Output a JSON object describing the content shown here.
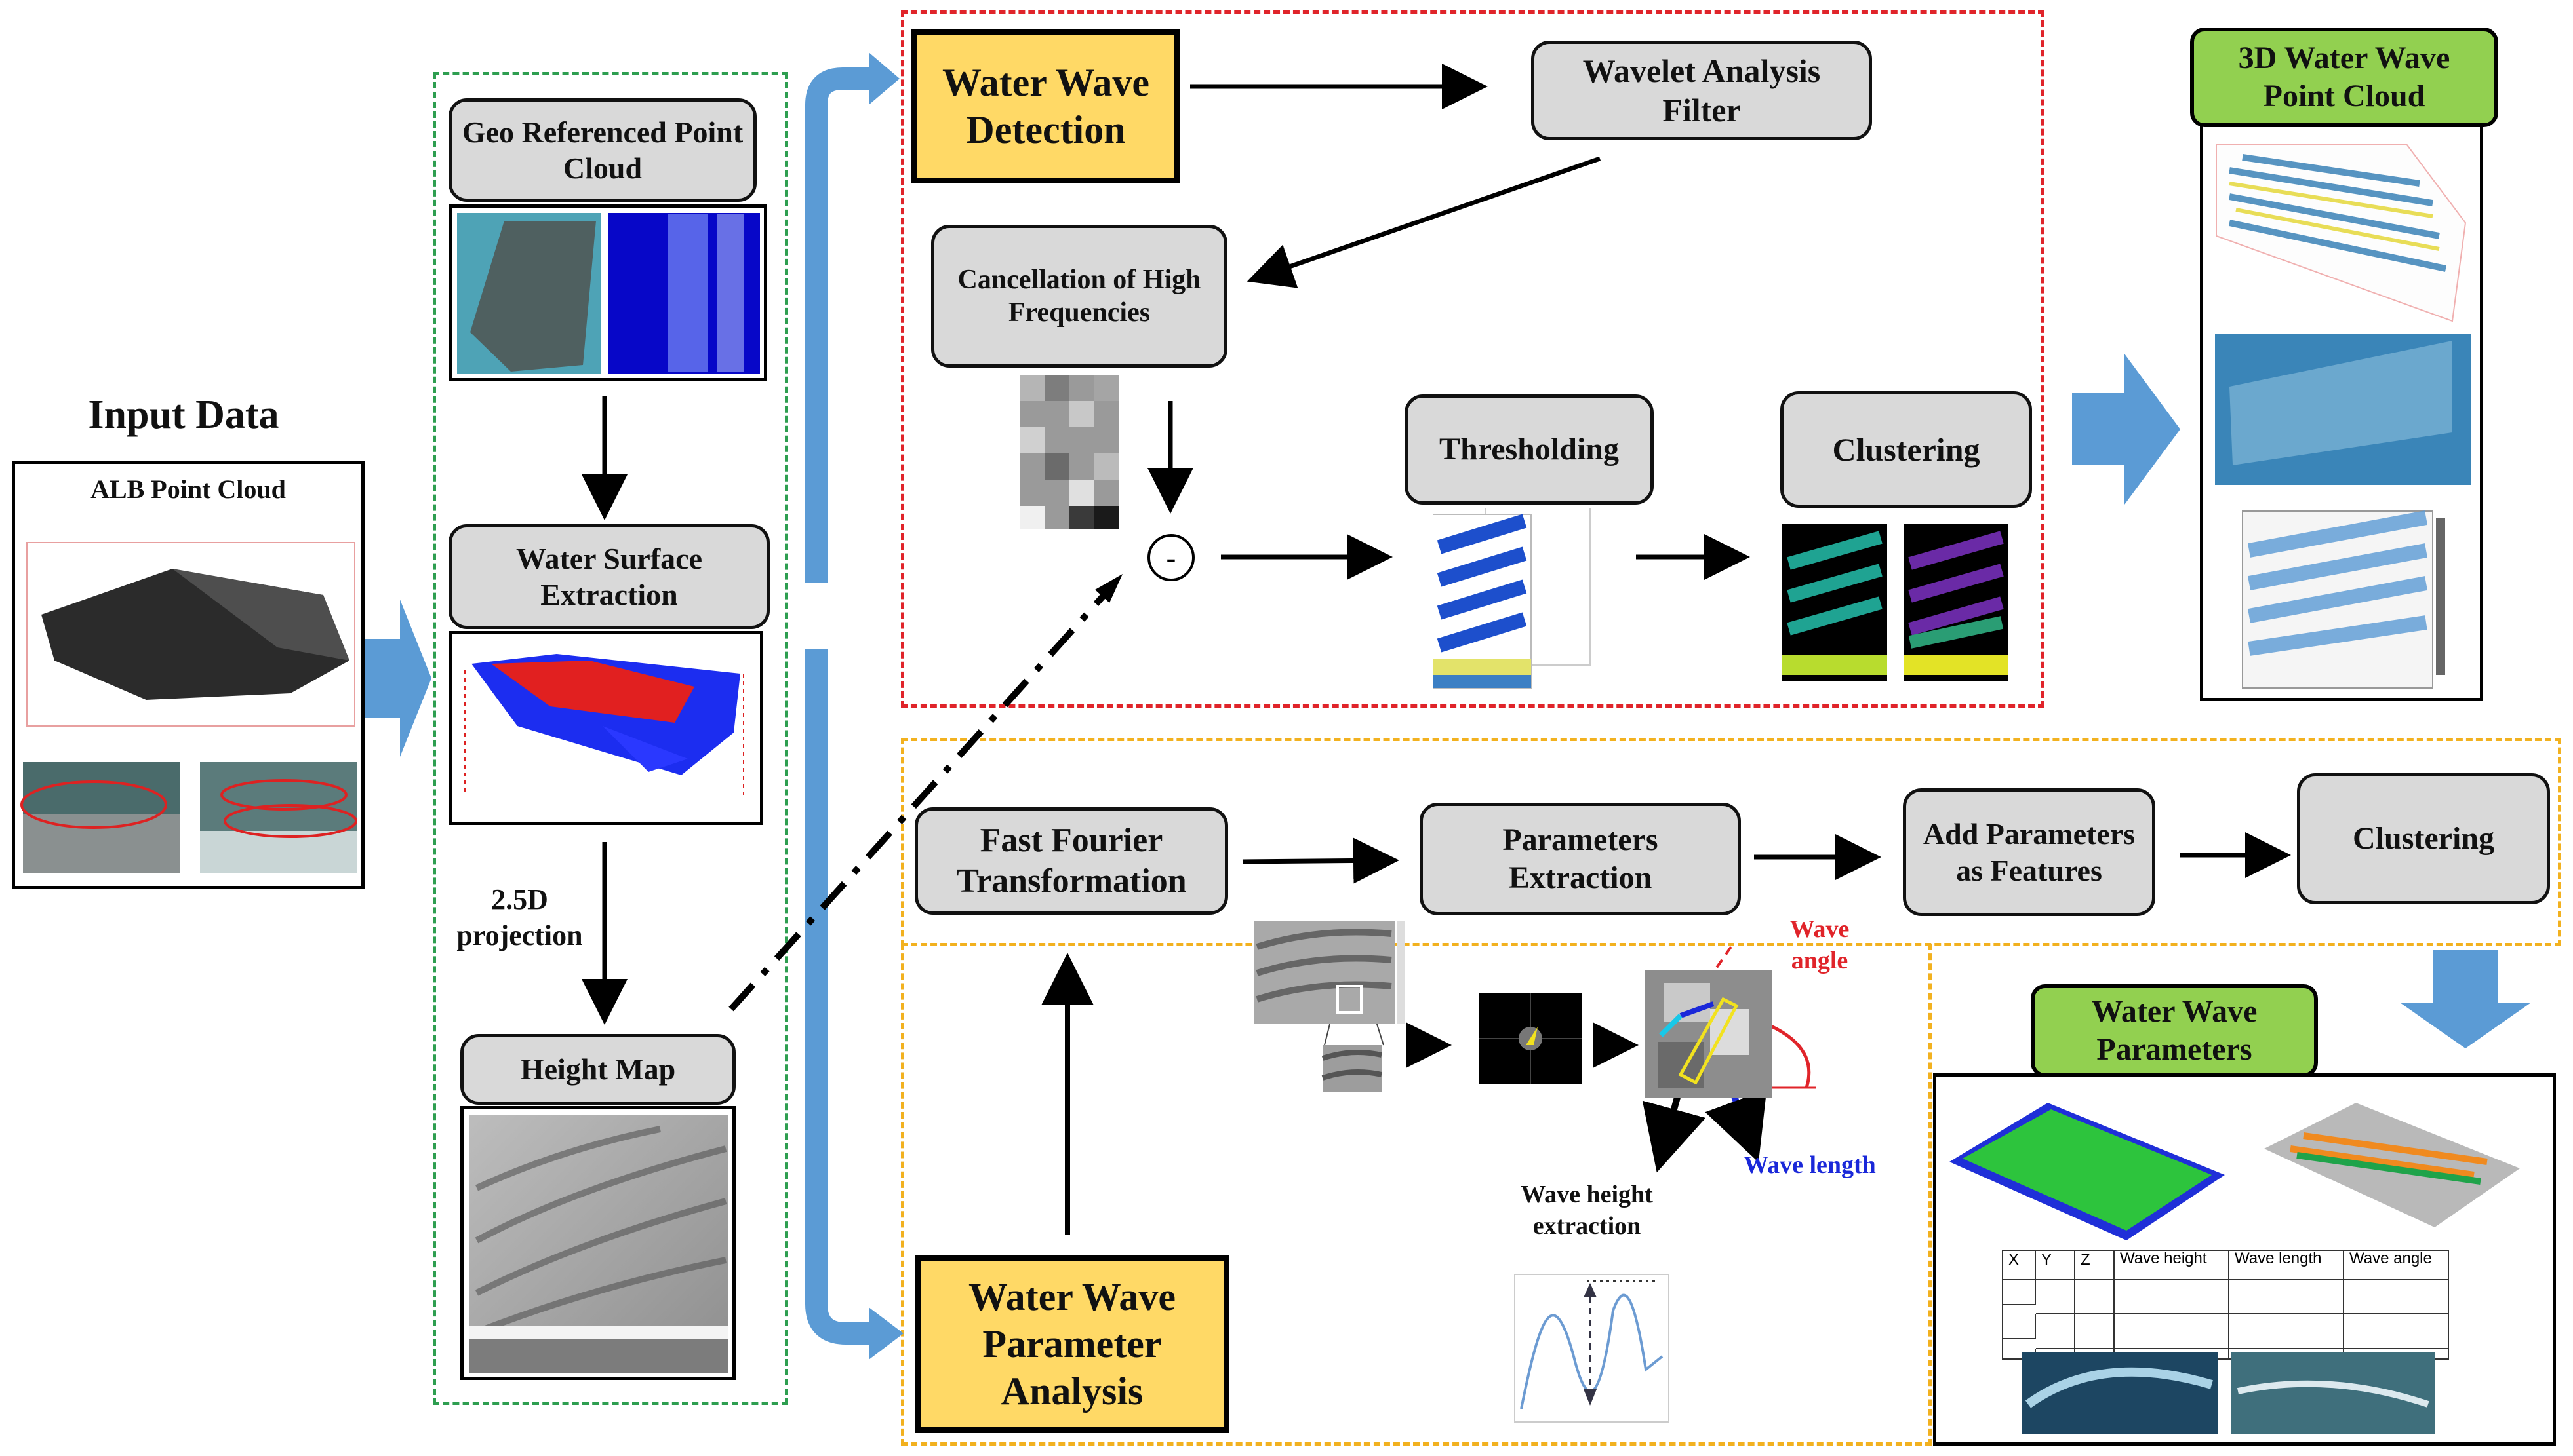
{
  "input": {
    "title": "Input Data",
    "alb_label": "ALB  Point Cloud"
  },
  "preprocess": {
    "geo_referenced": "Geo Referenced Point Cloud",
    "water_surface": "Water Surface Extraction",
    "projection": "2.5D projection",
    "height_map": "Height Map"
  },
  "detection": {
    "title": "Water Wave Detection",
    "wavelet": "Wavelet Analysis Filter",
    "cancellation": "Cancellation of High Frequencies",
    "minus": "-",
    "thresholding": "Thresholding",
    "clustering": "Clustering"
  },
  "output_3d": {
    "title": "3D Water Wave Point Cloud"
  },
  "analysis": {
    "title": "Water Wave Parameter Analysis",
    "fft": "Fast Fourier Transformation",
    "params_extraction": "Parameters Extraction",
    "add_params": "Add Parameters as Features",
    "clustering": "Clustering",
    "wave_angle": "Wave angle",
    "wave_length": "Wave length",
    "wave_height": "Wave height extraction"
  },
  "wave_params": {
    "title": "Water Wave Parameters",
    "table_headers": [
      "X",
      "Y",
      "Z",
      "Wave height",
      "Wave length",
      "Wave angle"
    ]
  },
  "colors": {
    "green_dash": "#2e9e50",
    "red_dash": "#e0242a",
    "yellow_dash": "#f2b11f",
    "blue_arrow": "#5b9bd5",
    "yellow_box": "#ffd966",
    "green_box": "#92d050",
    "grey_box": "#d9d9d9"
  }
}
